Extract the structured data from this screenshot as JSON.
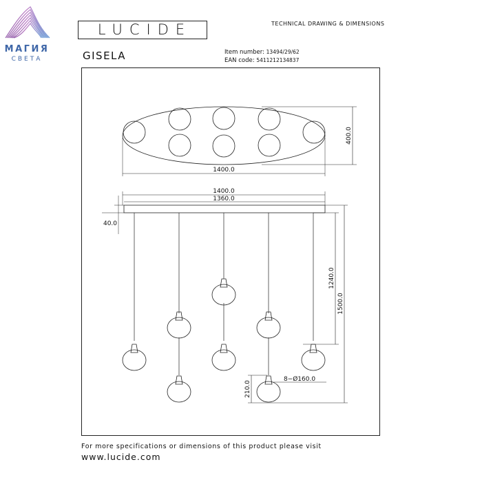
{
  "watermark": {
    "name": "МАГИЯ",
    "tagline": "СВЕТА"
  },
  "brand": {
    "logo": "LUCIDE"
  },
  "header": {
    "title": "TECHNICAL DRAWING & DIMENSIONS"
  },
  "product": {
    "name": "GISELA",
    "item_label": "Item number:",
    "item_value": "13494/29/62",
    "ean_label": "EAN code:",
    "ean_value": "5411212134837"
  },
  "dimensions": {
    "top_width": "1400.0",
    "top_depth": "400.0",
    "front_width": "1400.0",
    "canopy_width": "1360.0",
    "canopy_height": "40.0",
    "cord_length": "1240.0",
    "total_height": "1500.0",
    "shade_height": "210.0",
    "shade_diameter": "8−Ø160.0"
  },
  "footer": {
    "text": "For more specifications or dimensions of this product please visit",
    "url": "www.lucide.com"
  }
}
